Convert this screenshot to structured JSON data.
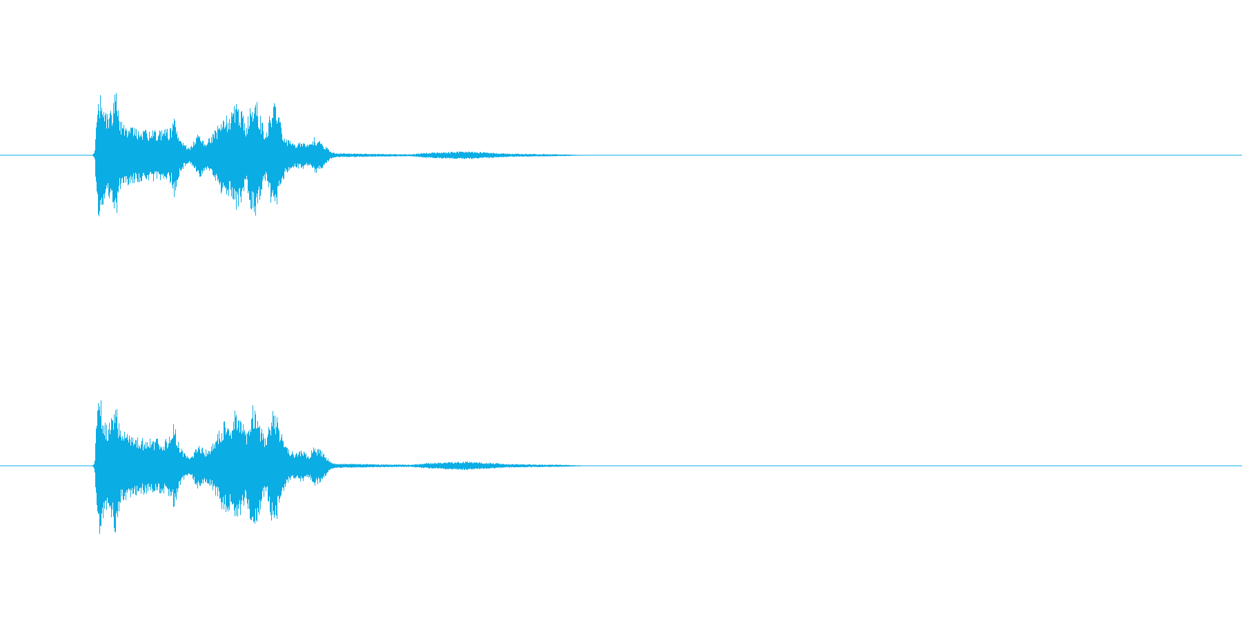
{
  "colors": {
    "waveform": "#0aade4",
    "background": "#ffffff"
  },
  "chart_data": {
    "type": "area",
    "x_range": [
      0,
      1
    ],
    "y_range": [
      -1,
      1
    ],
    "channels": [
      {
        "envelope": [
          [
            0.0,
            0.0
          ],
          [
            0.074,
            0.0
          ],
          [
            0.076,
            0.05
          ],
          [
            0.078,
            0.85
          ],
          [
            0.081,
            0.95
          ],
          [
            0.084,
            0.7
          ],
          [
            0.087,
            0.6
          ],
          [
            0.09,
            0.72
          ],
          [
            0.093,
            1.0
          ],
          [
            0.096,
            0.55
          ],
          [
            0.1,
            0.48
          ],
          [
            0.11,
            0.4
          ],
          [
            0.12,
            0.38
          ],
          [
            0.13,
            0.38
          ],
          [
            0.138,
            0.42
          ],
          [
            0.14,
            0.65
          ],
          [
            0.143,
            0.35
          ],
          [
            0.148,
            0.18
          ],
          [
            0.152,
            0.12
          ],
          [
            0.156,
            0.22
          ],
          [
            0.16,
            0.35
          ],
          [
            0.165,
            0.22
          ],
          [
            0.17,
            0.3
          ],
          [
            0.175,
            0.45
          ],
          [
            0.18,
            0.65
          ],
          [
            0.185,
            0.6
          ],
          [
            0.19,
            0.85
          ],
          [
            0.195,
            0.65
          ],
          [
            0.198,
            0.45
          ],
          [
            0.202,
            0.85
          ],
          [
            0.206,
            0.92
          ],
          [
            0.21,
            0.55
          ],
          [
            0.214,
            0.35
          ],
          [
            0.218,
            0.72
          ],
          [
            0.221,
            0.85
          ],
          [
            0.225,
            0.55
          ],
          [
            0.229,
            0.3
          ],
          [
            0.233,
            0.22
          ],
          [
            0.238,
            0.18
          ],
          [
            0.243,
            0.22
          ],
          [
            0.248,
            0.15
          ],
          [
            0.253,
            0.28
          ],
          [
            0.258,
            0.22
          ],
          [
            0.263,
            0.12
          ],
          [
            0.266,
            0.06
          ],
          [
            0.27,
            0.03
          ],
          [
            0.29,
            0.025
          ],
          [
            0.31,
            0.02
          ],
          [
            0.33,
            0.015
          ],
          [
            0.345,
            0.04
          ],
          [
            0.36,
            0.05
          ],
          [
            0.375,
            0.06
          ],
          [
            0.385,
            0.05
          ],
          [
            0.395,
            0.04
          ],
          [
            0.41,
            0.025
          ],
          [
            0.43,
            0.02
          ],
          [
            0.45,
            0.015
          ],
          [
            0.46,
            0.01
          ],
          [
            0.47,
            0.005
          ],
          [
            0.556,
            0.004
          ],
          [
            0.56,
            0.0
          ],
          [
            1.0,
            0.0
          ]
        ]
      },
      {
        "envelope": [
          [
            0.0,
            0.0
          ],
          [
            0.074,
            0.0
          ],
          [
            0.076,
            0.05
          ],
          [
            0.078,
            0.85
          ],
          [
            0.081,
            0.95
          ],
          [
            0.084,
            0.7
          ],
          [
            0.087,
            0.6
          ],
          [
            0.09,
            0.72
          ],
          [
            0.093,
            1.0
          ],
          [
            0.096,
            0.55
          ],
          [
            0.1,
            0.48
          ],
          [
            0.11,
            0.4
          ],
          [
            0.12,
            0.38
          ],
          [
            0.13,
            0.38
          ],
          [
            0.138,
            0.42
          ],
          [
            0.14,
            0.65
          ],
          [
            0.143,
            0.35
          ],
          [
            0.148,
            0.18
          ],
          [
            0.152,
            0.12
          ],
          [
            0.156,
            0.22
          ],
          [
            0.16,
            0.35
          ],
          [
            0.165,
            0.22
          ],
          [
            0.17,
            0.3
          ],
          [
            0.175,
            0.45
          ],
          [
            0.18,
            0.65
          ],
          [
            0.185,
            0.6
          ],
          [
            0.19,
            0.85
          ],
          [
            0.195,
            0.65
          ],
          [
            0.198,
            0.45
          ],
          [
            0.202,
            0.85
          ],
          [
            0.206,
            0.92
          ],
          [
            0.21,
            0.55
          ],
          [
            0.214,
            0.35
          ],
          [
            0.218,
            0.72
          ],
          [
            0.221,
            0.85
          ],
          [
            0.225,
            0.55
          ],
          [
            0.229,
            0.3
          ],
          [
            0.233,
            0.22
          ],
          [
            0.238,
            0.18
          ],
          [
            0.243,
            0.22
          ],
          [
            0.248,
            0.15
          ],
          [
            0.253,
            0.28
          ],
          [
            0.258,
            0.22
          ],
          [
            0.263,
            0.12
          ],
          [
            0.266,
            0.06
          ],
          [
            0.27,
            0.03
          ],
          [
            0.29,
            0.025
          ],
          [
            0.31,
            0.02
          ],
          [
            0.33,
            0.015
          ],
          [
            0.345,
            0.04
          ],
          [
            0.36,
            0.05
          ],
          [
            0.375,
            0.06
          ],
          [
            0.385,
            0.05
          ],
          [
            0.395,
            0.04
          ],
          [
            0.41,
            0.025
          ],
          [
            0.43,
            0.02
          ],
          [
            0.45,
            0.015
          ],
          [
            0.46,
            0.01
          ],
          [
            0.47,
            0.005
          ],
          [
            0.556,
            0.004
          ],
          [
            0.56,
            0.0
          ],
          [
            1.0,
            0.0
          ]
        ]
      }
    ]
  }
}
